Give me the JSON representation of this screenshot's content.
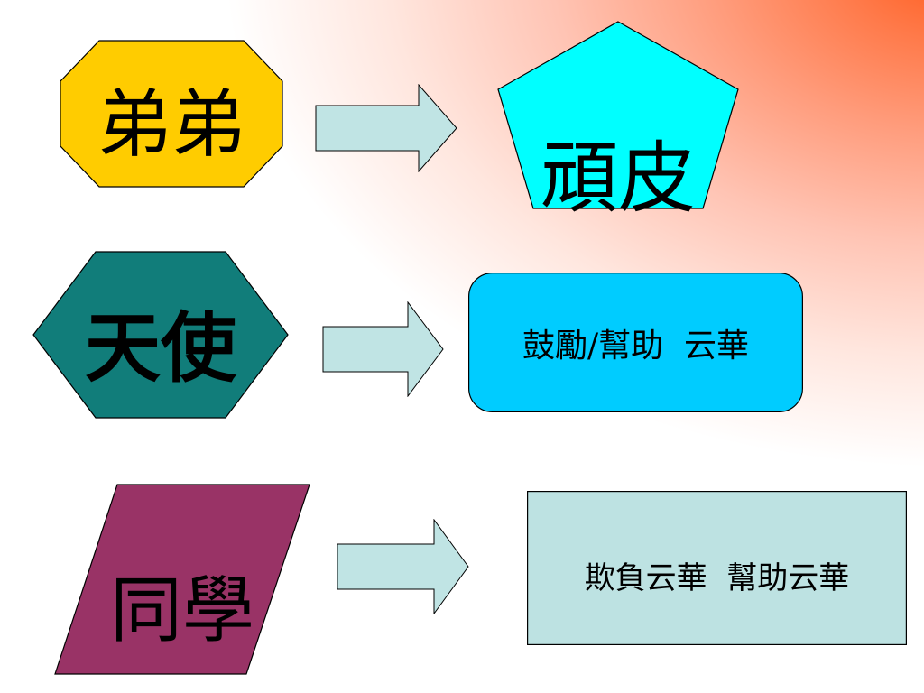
{
  "rows": [
    {
      "left_label": "弟弟",
      "left_color": "#ffcc00",
      "right_label": "頑皮",
      "right_color": "#00ffff"
    },
    {
      "left_label": "天使",
      "left_color": "#117d7a",
      "right_label": "鼓勵/幫助  云華",
      "right_color": "#00ccff"
    },
    {
      "left_label": "同學",
      "left_color": "#993366",
      "right_label": "欺負云華  幫助云華",
      "right_color": "#bde2e2"
    }
  ],
  "arrow_color": "#c0e4e4"
}
